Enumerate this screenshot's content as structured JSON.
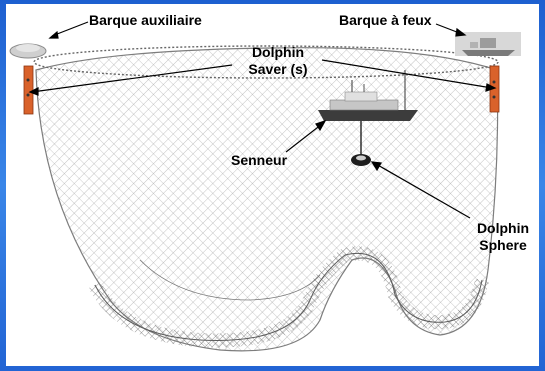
{
  "labels": {
    "barque_auxiliaire": "Barque auxiliaire",
    "barque_a_feux": "Barque à feux",
    "dolphin_saver_line1": "Dolphin",
    "dolphin_saver_line2": "Saver (s)",
    "senneur": "Senneur",
    "dolphin_sphere_line1": "Dolphin",
    "dolphin_sphere_line2": "Sphere"
  },
  "colors": {
    "frame": "#2a6fd6",
    "net": "#8a8a8a",
    "float_marker": "#d9622b"
  }
}
